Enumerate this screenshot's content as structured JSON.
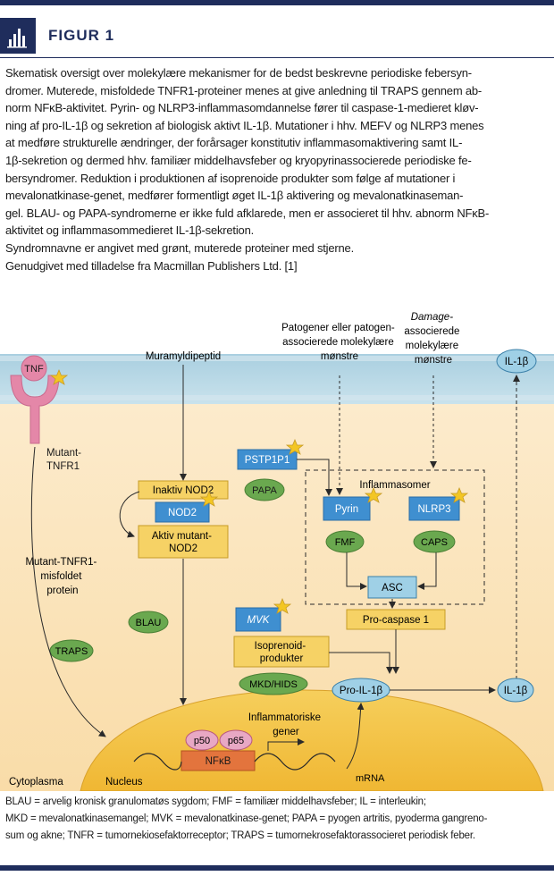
{
  "header": {
    "title": "FIGUR 1",
    "icon": "bar-chart-icon"
  },
  "caption": {
    "lines": [
      "Skematisk oversigt over molekylære mekanismer for de bedst beskrevne periodiske febersyn-",
      "dromer. Muterede, misfoldede TNFR1-proteiner menes at give anledning til TRAPS gennem ab-",
      "norm NFκB-aktivitet. Pyrin- og NLRP3-inflammasomdannelse fører til caspase-1-medieret kløv-",
      "ning af pro-IL-1β og sekretion af biologisk aktivt IL-1β. Mutationer i hhv. MEFV og NLRP3 menes",
      "at medføre strukturelle ændringer, der forårsager konstitutiv inflammasomaktivering samt IL-",
      "1β-sekretion og dermed hhv. familiær middelhavsfeber og kryopyrinassocierede periodiske fe-",
      "bersyndromer. Reduktion i produktionen af isoprenoide produkter som følge af mutationer i",
      "mevalonatkinase-genet, medfører formentligt øget IL-1β aktivering og mevalonatkinaseman-",
      "gel. BLAU- og PAPA-syndromerne er ikke fuld afklarede, men er associeret til hhv. abnorm NFκB-",
      "aktivitet og inflammasommedieret IL-1β-sekretion.",
      "Syndromnavne er angivet med grønt, muterede proteiner med stjerne.",
      "Genudgivet med tilladelse fra Macmillan Publishers Ltd. [1]"
    ]
  },
  "diagram": {
    "tnf": "TNF",
    "mutant_tnfr1": [
      "Mutant-",
      "TNFR1"
    ],
    "muramyl": "Muramyldipeptid",
    "pathogen": [
      "Patogener eller patogen-",
      "associerede molekylære",
      "mønstre"
    ],
    "damage": [
      "Damage-",
      "associerede",
      "molekylære",
      "mønstre"
    ],
    "il1b_top": "IL-1β",
    "pstpip1": "PSTP1P1",
    "papa": "PAPA",
    "inaktiv_nod2": "Inaktiv NOD2",
    "nod2": "NOD2",
    "aktiv_mutant": [
      "Aktiv mutant-",
      "NOD2"
    ],
    "inflammasomer": "Inflammasomer",
    "pyrin": "Pyrin",
    "nlrp3": "NLRP3",
    "fmf": "FMF",
    "caps": "CAPS",
    "asc": "ASC",
    "misfolded": [
      "Mutant-TNFR1-",
      "misfoldet",
      "protein"
    ],
    "blau": "BLAU",
    "traps": "TRAPS",
    "mvk": "MVK",
    "procaspase": "Pro-caspase 1",
    "isoprenoid": [
      "Isoprenoid-",
      "produkter"
    ],
    "mkd": "MKD/HIDS",
    "pro_il1b": "Pro-IL-1β",
    "il1b_right": "IL-1β",
    "p50": "p50",
    "p65": "p65",
    "nfkb": "NFκB",
    "genes": [
      "Inflammatoriske",
      "gener"
    ],
    "mrna": "mRNA",
    "cytoplasma": "Cytoplasma",
    "nucleus": "Nucleus"
  },
  "abbreviations": {
    "lines": [
      "BLAU = arvelig kronisk granulomatøs sygdom; FMF = familiær middelhavsfeber; IL = interleukin;",
      "MKD = mevalonatkinasemangel; MVK = mevalonatkinase-genet; PAPA = pyogen artritis, pyoderma gangreno-",
      "sum og akne; TNFR = tumornekiosefaktorreceptor; TRAPS = tumornekrosefaktorassocieret periodisk feber."
    ]
  },
  "colors": {
    "navy": "#1f2d5c",
    "membrane_top": "#9fc4d6",
    "cytoplasm": "#fbe6c4",
    "nucleus": "#f4c44a",
    "blue_box": "#3f8fd0",
    "yellow_box": "#f6d265",
    "green_oval": "#6aa84f",
    "pink": "#e487a8",
    "star": "#f3c623"
  }
}
